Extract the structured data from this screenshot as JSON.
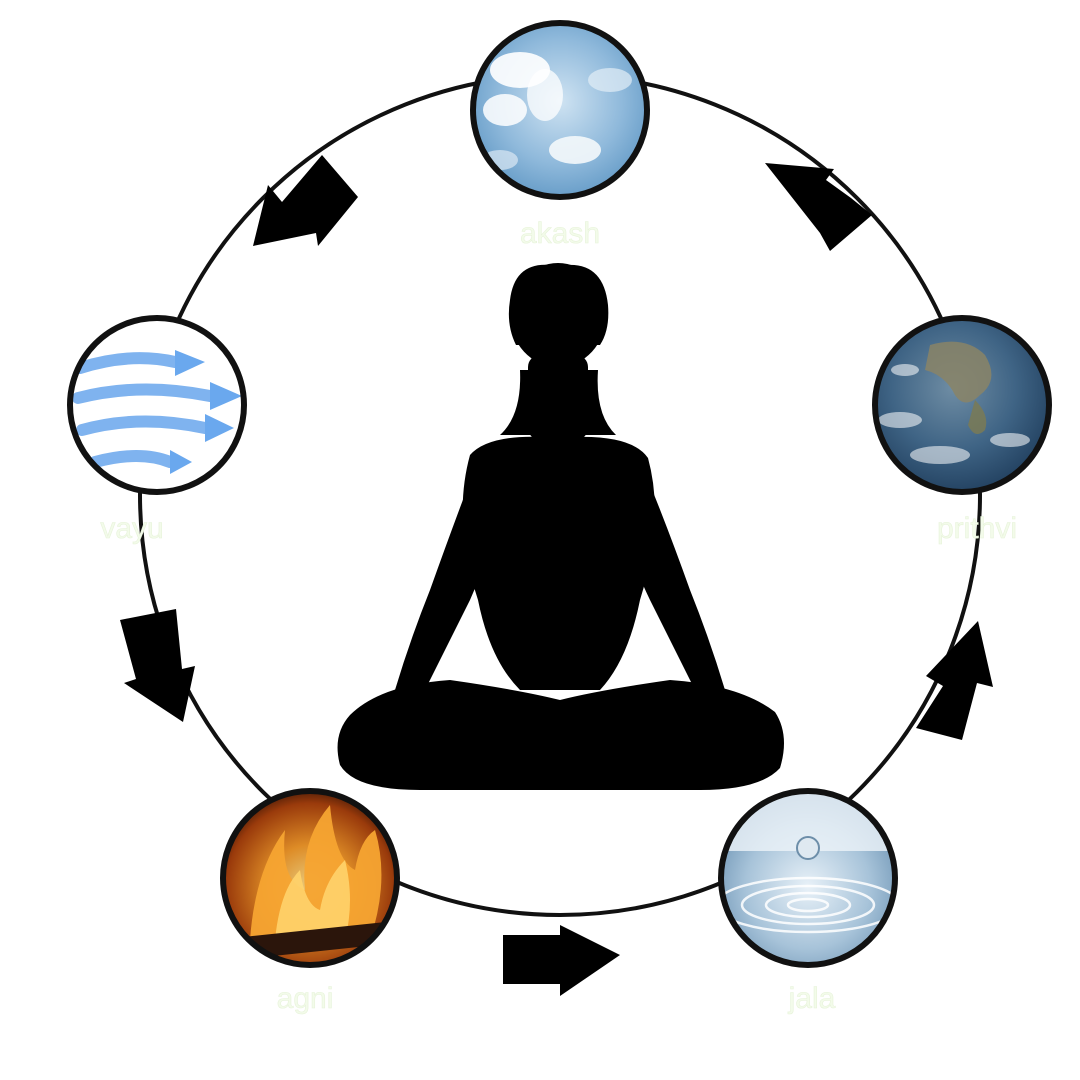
{
  "diagram": {
    "elements": [
      {
        "id": "akash",
        "label": "akash",
        "icon": "sky-clouds-icon"
      },
      {
        "id": "vayu",
        "label": "vayu",
        "icon": "wind-arrows-icon"
      },
      {
        "id": "agni",
        "label": "agni",
        "icon": "fire-flames-icon"
      },
      {
        "id": "jala",
        "label": "jala",
        "icon": "water-drop-icon"
      },
      {
        "id": "prithvi",
        "label": "prithvi",
        "icon": "earth-globe-icon"
      }
    ],
    "flow": [
      "akash",
      "vayu",
      "agni",
      "jala",
      "prithvi",
      "akash"
    ],
    "center_icon": "meditating-figure-icon",
    "colors": {
      "ring": "#111111",
      "arrow": "#000000",
      "label": "#eef8e4",
      "silhouette": "#000000"
    }
  }
}
